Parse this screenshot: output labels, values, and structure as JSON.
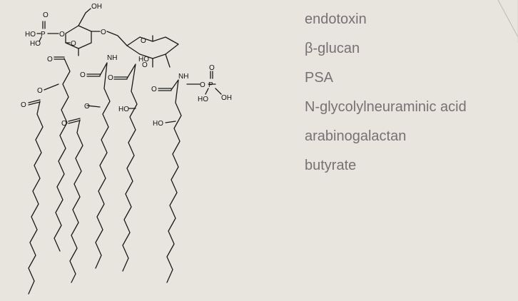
{
  "colors": {
    "background": "#e7e5de",
    "term_text": "#7a6f74",
    "bond_stroke": "#1a1a1a"
  },
  "structure": {
    "labels": {
      "phos1_o_top": "O",
      "phos1_ho": "HO",
      "phos1_p": "P",
      "phos1_ho2": "HO",
      "phos1_o_link": "O",
      "oh_top": "OH",
      "ring_o_1": "O",
      "ring_o_2": "O",
      "ester_o1": "O",
      "ester_o1_carbonyl": "O",
      "nh_1": "NH",
      "carbonyl_o_2": "O",
      "ho_ring2": "HO",
      "ring_o_3": "O",
      "carbonyl_o_3": "O",
      "nh_2": "NH",
      "carbonyl_o_4": "O",
      "phos2_o_link": "O",
      "phos2_p": "P",
      "phos2_o_top": "O",
      "phos2_ho": "HO",
      "phos2_oh": "OH",
      "ester_o_left": "O",
      "ester_o_left_carbonyl": "O",
      "ester_o_mid": "O",
      "ester_o_mid_carbonyl": "O",
      "ho_chain3": "HO",
      "ho_chain4": "HO"
    }
  },
  "terms": [
    "endotoxin",
    "β-glucan",
    "PSA",
    "N-glycolylneuraminic acid",
    "arabinogalactan",
    "butyrate"
  ]
}
